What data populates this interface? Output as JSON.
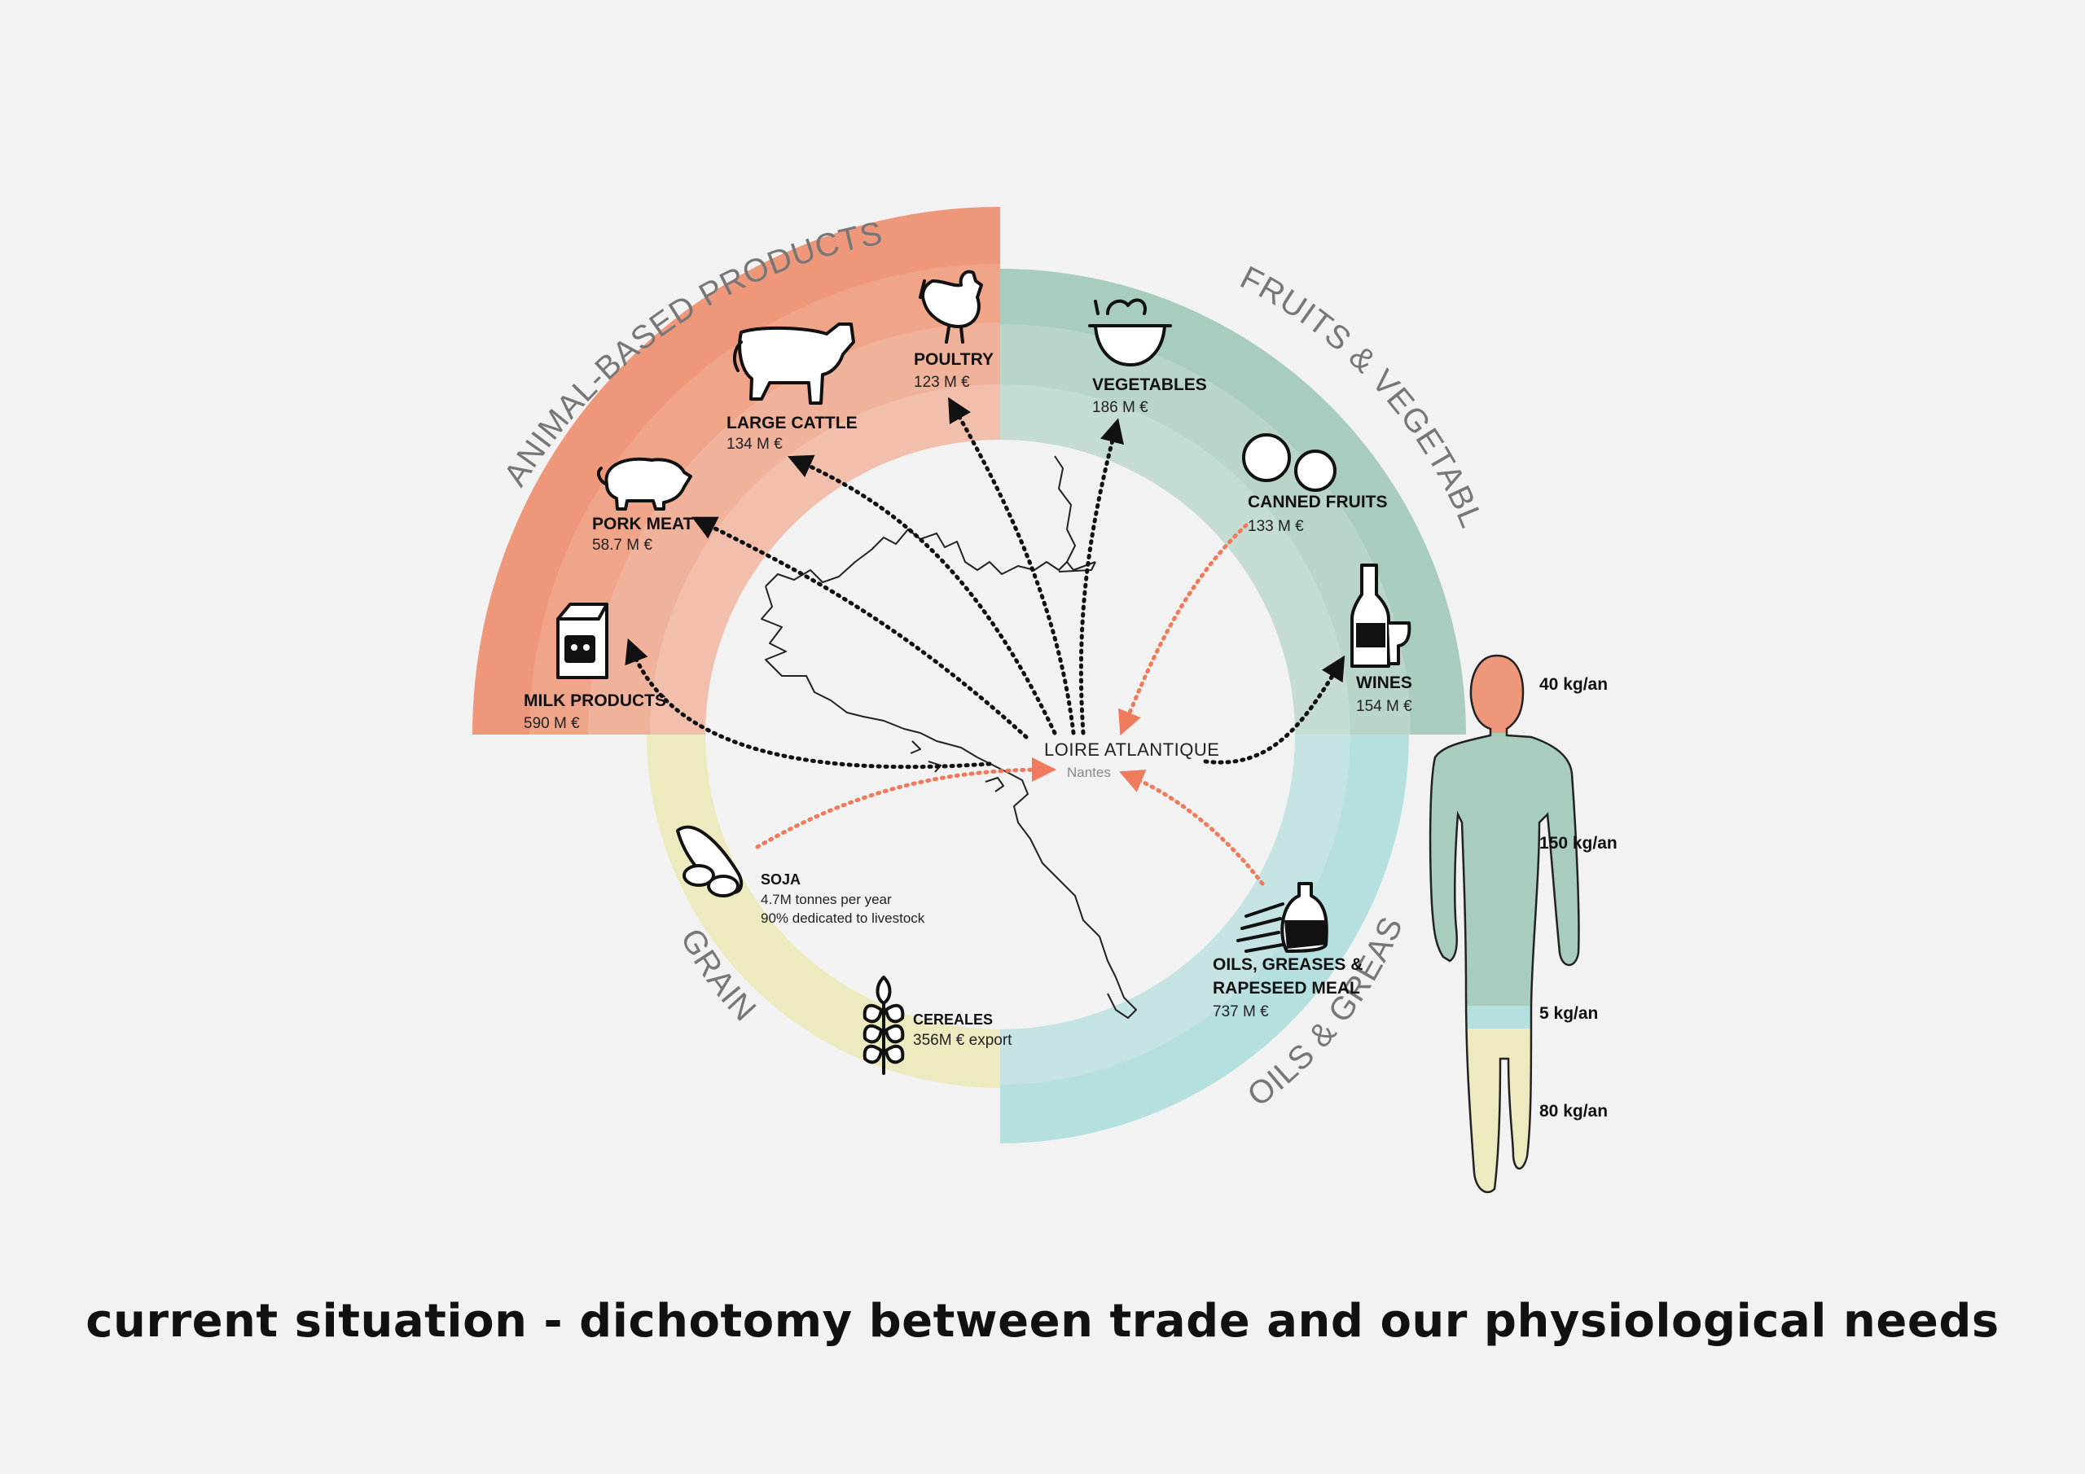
{
  "caption": "current situation - dichotomy between trade and our physiological needs",
  "colors": {
    "background": "#f2f2f2",
    "animal": "#ef977b",
    "fruits": "#a9cdbd",
    "oils": "#b6dfe0",
    "grains": "#eeeac0",
    "export_arrow": "#111111",
    "import_arrow": "#ef7a5c"
  },
  "categories": {
    "animal": "ANIMAL-BASED PRODUCTS",
    "fruits": "FRUITS & VEGETABLES",
    "oils": "OILS & GREASES",
    "grains": "GRAINS"
  },
  "location": {
    "name": "LOIRE ATLANTIQUE",
    "city": "Nantes"
  },
  "products": {
    "milk": {
      "name": "MILK PRODUCTS",
      "value": "590 M €",
      "icon": "milk-carton-icon"
    },
    "pork": {
      "name": "PORK MEAT",
      "value": "58.7 M €",
      "icon": "pig-icon"
    },
    "cattle": {
      "name": "LARGE CATTLE",
      "value": "134 M €",
      "icon": "cow-icon"
    },
    "poultry": {
      "name": "POULTRY",
      "value": "123 M €",
      "icon": "chicken-icon"
    },
    "vegetables": {
      "name": "VEGETABLES",
      "value": "186 M €",
      "icon": "vegetable-bowl-icon"
    },
    "canned": {
      "name": "CANNED FRUITS",
      "value": "133 M €",
      "icon": "fruits-icon"
    },
    "wines": {
      "name": "WINES",
      "value": "154 M €",
      "icon": "wine-bottle-icon"
    },
    "oils": {
      "name_line1": "OILS, GREASES &",
      "name_line2": "RAPESEED MEAL",
      "value": "737 M €",
      "icon": "oil-bottle-icon"
    },
    "soja": {
      "name": "SOJA",
      "value_line1": "4.7M tonnes per year",
      "value_line2": "90% dedicated to livestock",
      "icon": "soy-beans-icon"
    },
    "cereales": {
      "name": "CEREALES",
      "value": "356M € export",
      "icon": "wheat-icon"
    }
  },
  "body_needs": [
    {
      "label": "40 kg/an",
      "color": "#ef977b"
    },
    {
      "label": "150 kg/an",
      "color": "#a9cdbd"
    },
    {
      "label": "5 kg/an",
      "color": "#b6dfe0"
    },
    {
      "label": "80 kg/an",
      "color": "#eeeac0"
    }
  ]
}
